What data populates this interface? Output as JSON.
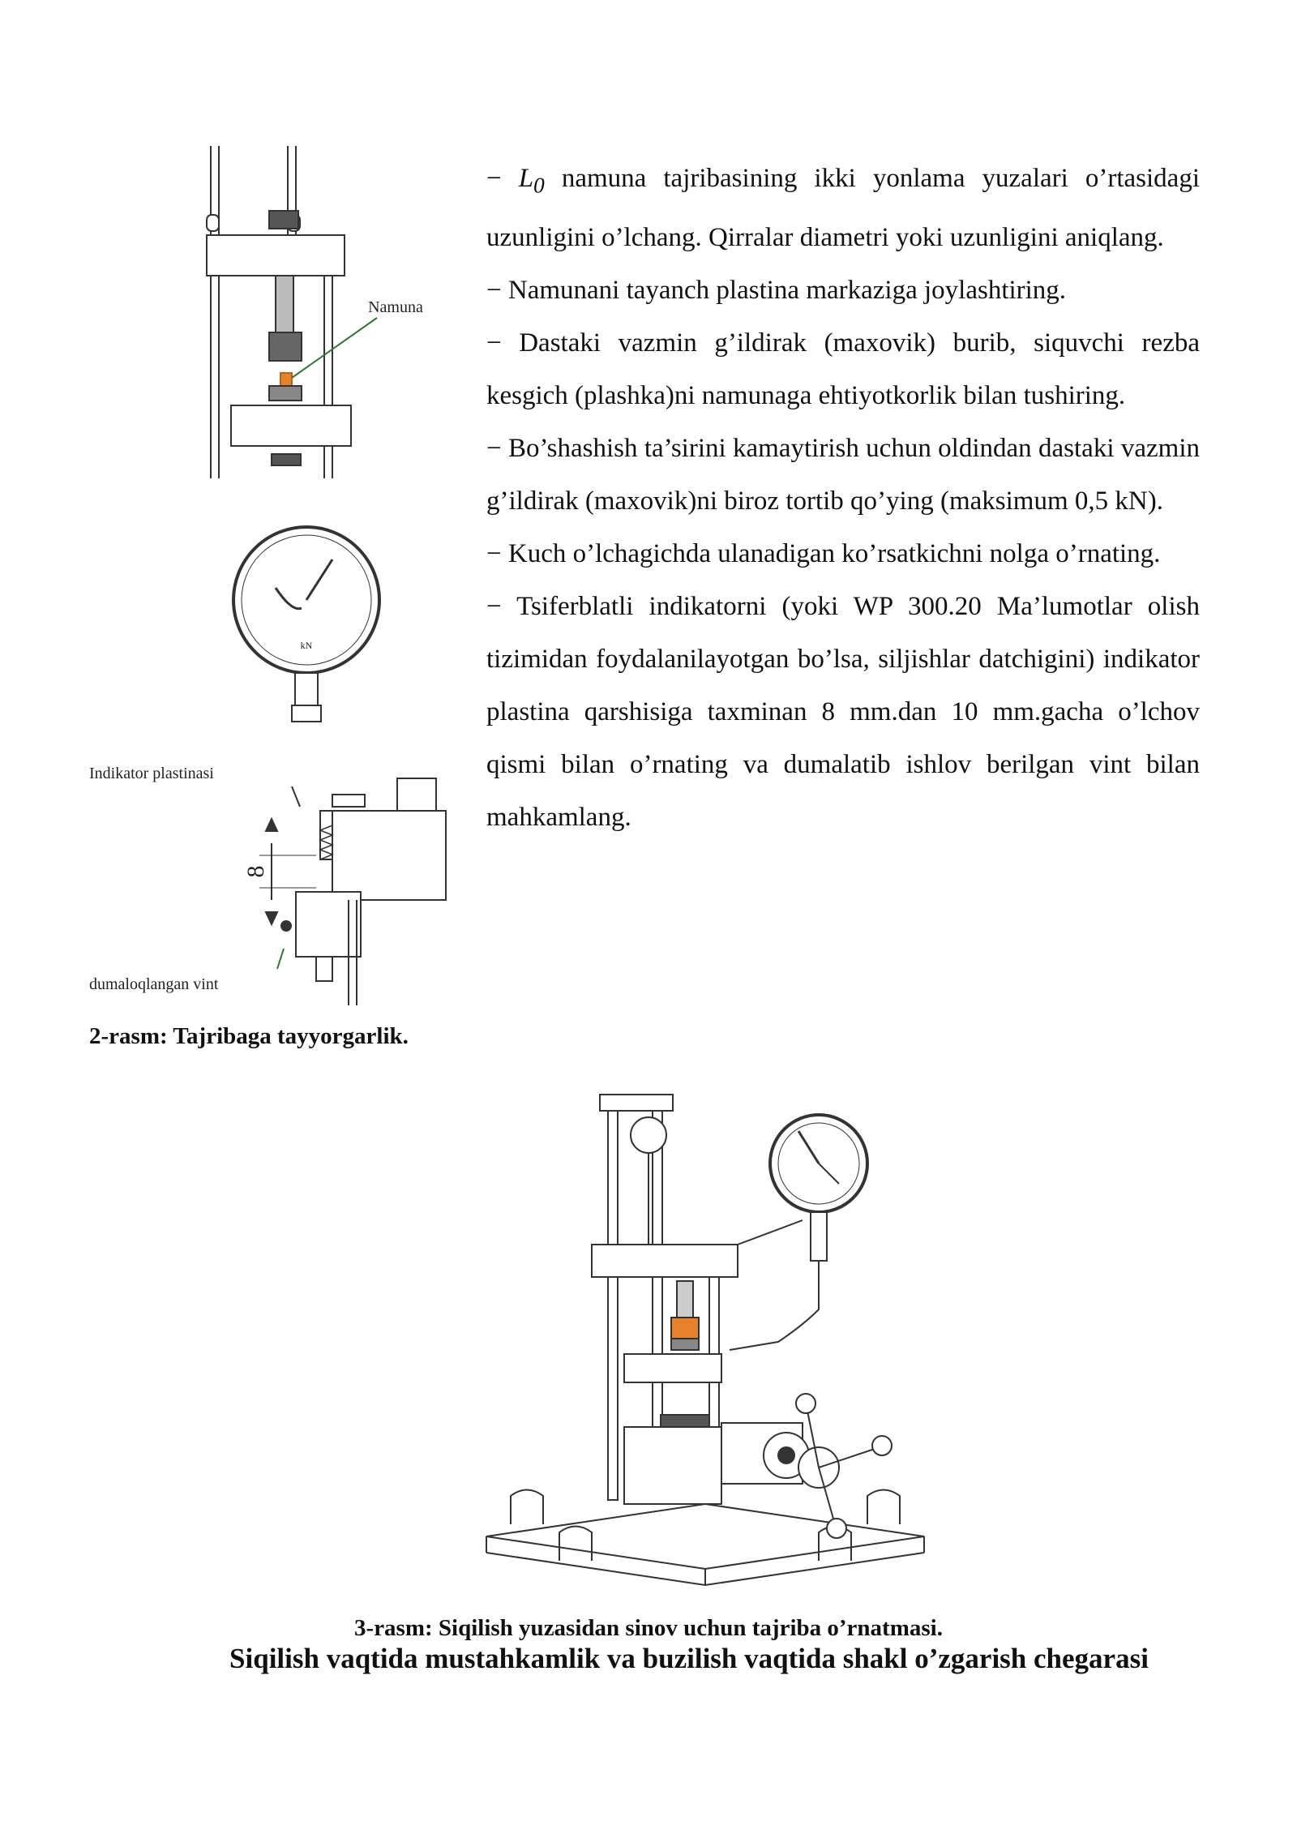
{
  "figure2": {
    "labels": {
      "namuna": "Namuna",
      "indikator_plastinasi": "Indikator plastinasi",
      "dimension": "8",
      "dumaloqlangan_vint": "dumaloqlangan vint",
      "gauge_unit": "kN"
    },
    "caption": "2-rasm: Tajribaga tayyorgarlik."
  },
  "instructions": [
    {
      "symbol_prefix": "− ",
      "symbol": "L",
      "subscript": "0",
      "text": " namuna tajribasining ikki yonlama yuzalari o’rtasidagi uzunligini o’lchang. Qirralar diametri yoki uzunligini aniqlang."
    },
    {
      "text": "− Namunani tayanch plastina markaziga joylashtiring."
    },
    {
      "text": "− Dastaki vazmin g’ildirak (maxovik) burib, siquvchi rezba kesgich (plashka)ni namunaga ehtiyotkorlik bilan tushiring."
    },
    {
      "text": "− Bo’shashish ta’sirini kamaytirish uchun oldindan dastaki vazmin g’ildirak (maxovik)ni biroz tortib qo’ying (maksimum 0,5 kN)."
    },
    {
      "text": "− Kuch o’lchagichda ulanadigan ko’rsatkichni nolga o’rnating."
    },
    {
      "text": "− Tsiferblatli indikatorni (yoki WP 300.20 Ma’lumotlar olish tizimidan foydalanilayotgan bo’lsa, siljishlar datchigini) indikator plastina qarshisiga taxminan 8 mm.dan 10 mm.gacha o’lchov qismi bilan o’rnating va dumalatib ishlov berilgan vint bilan mahkamlang."
    }
  ],
  "figure3": {
    "caption": "3-rasm: Siqilish yuzasidan sinov uchun tajriba o’rnatmasi."
  },
  "section_heading": "Siqilish vaqtida mustahkamlik va buzilish vaqtida shakl o’zgarish chegarasi"
}
